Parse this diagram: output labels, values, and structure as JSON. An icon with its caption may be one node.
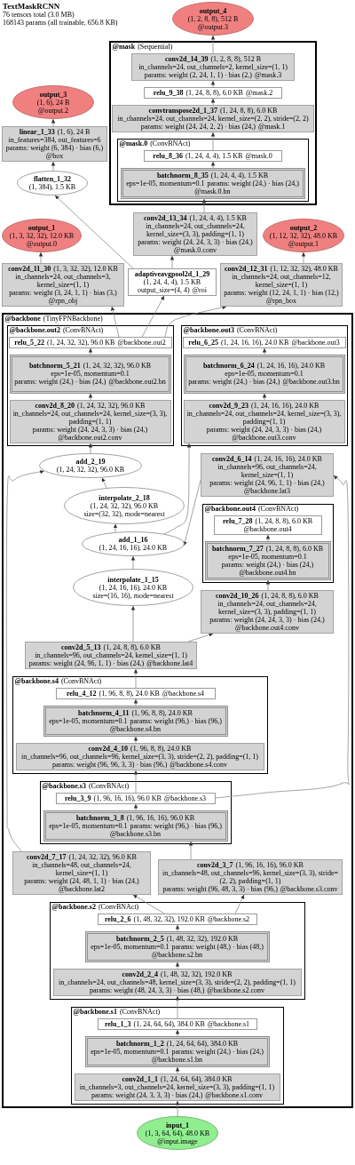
{
  "diagram": {
    "title": "TextMaskRCNN",
    "labels": [
      "76 tensors total (3.0 MB)",
      "168143 params (all trainable, 656.8 KB)"
    ],
    "nodes": [
      {
        "text": [
          "output_4",
          "(1, 2, 8, 8), 512 B",
          "@output.3"
        ]
      },
      {
        "text": [
          "@mask",
          "(Sequential)"
        ]
      },
      {
        "in": 1,
        "text": [
          "conv2d_14_39",
          "(1, 2, 8, 8), 512 B",
          "in_channels=24, out_channels=2, kernel_size=(1, 1)",
          "params: weight (2, 24, 1, 1) · bias (2,)",
          "@mask.3"
        ]
      },
      {
        "in": 1,
        "text": [
          "relu_9_38",
          "(1, 24, 8, 8), 6.0 KB",
          "@mask.2"
        ]
      },
      {
        "in": 1,
        "text": [
          "convtranspose2d_1_37",
          "(1, 24, 8, 8), 6.0 KB",
          "in_channels=24, out_channels=24, kernel_size=(2, 2), stride=(2, 2)",
          "params: weight (24, 24, 2, 2) · bias (24,)",
          "@mask.1"
        ]
      },
      {
        "in": 1,
        "text": [
          "@mask.0",
          "(ConvBNAct)"
        ]
      },
      {
        "in": 5,
        "text": [
          "relu_8_36",
          "(1, 24, 4, 4), 1.5 KB",
          "@mask.0"
        ]
      },
      {
        "in": 5,
        "text": [
          "batchnorm_8_35",
          "(1, 24, 4, 4), 1.5 KB",
          "eps=1e-05, momentum=0.1",
          "params: weight (24,) · bias (24,)",
          "@mask.0.bn"
        ]
      },
      {
        "text": [
          "output_3",
          "(1, 6), 24 B",
          "@output.2"
        ]
      },
      {
        "text": [
          "linear_1_33",
          "(1, 6), 24 B",
          "in_features=384, out_features=6",
          "params: weight (6, 384) · bias (6,)",
          "@box"
        ]
      },
      {
        "text": [
          "conv2d_13_34",
          "(1, 24, 4, 4), 1.5 KB",
          "in_channels=24, out_channels=24, kernel_size=(3, 3), padding=(1, 1)",
          "params: weight (24, 24, 3, 3) · bias (24,)",
          "@mask.0.conv"
        ]
      },
      {
        "text": [
          "flatten_1_32",
          "(1, 384), 1.5 KB"
        ]
      },
      {
        "text": [
          "output_1",
          "(1, 3, 32, 32), 12.0 KB",
          "@output.0"
        ]
      },
      {
        "text": [
          "output_2",
          "(1, 12, 32, 32), 48.0 KB",
          "@output.1"
        ]
      },
      {
        "text": [
          "adaptiveavgpool2d_1_29",
          "(1, 24, 4, 4), 1.5 KB",
          "output_size=(4, 4)",
          "@roi"
        ]
      },
      {
        "text": [
          "conv2d_11_30",
          "(1, 3, 32, 32), 12.0 KB",
          "in_channels=24, out_channels=3, kernel_size=(1, 1)",
          "params: weight (3, 24, 1, 1) · bias (3,)",
          "@rpn_obj"
        ]
      },
      {
        "text": [
          "conv2d_12_31",
          "(1, 12, 32, 32), 48.0 KB",
          "in_channels=24, out_channels=12, kernel_size=(1, 1)",
          "params: weight (12, 24, 1, 1) · bias (12,)",
          "@rpn_box"
        ]
      },
      {
        "text": [
          "@backbone",
          "(TinyFPNBackbone)"
        ]
      },
      {
        "in": 17,
        "text": [
          "@backbone.out2",
          "(ConvBNAct)"
        ]
      },
      {
        "in": 18,
        "text": [
          "relu_5_22",
          "(1, 24, 32, 32), 96.0 KB",
          "@backbone.out2"
        ]
      },
      {
        "in": 18,
        "text": [
          "batchnorm_5_21",
          "(1, 24, 32, 32), 96.0 KB",
          "eps=1e-05, momentum=0.1",
          "params: weight (24,) · bias (24,)",
          "@backbone.out2.bn"
        ]
      },
      {
        "in": 18,
        "text": [
          "conv2d_8_20",
          "(1, 24, 32, 32), 96.0 KB",
          "in_channels=24, out_channels=24, kernel_size=(3, 3), padding=(1, 1)",
          "params: weight (24, 24, 3, 3) · bias (24,)",
          "@backbone.out2.conv"
        ]
      },
      {
        "in": 17,
        "text": [
          "@backbone.out3",
          "(ConvBNAct)"
        ]
      },
      {
        "in": 22,
        "text": [
          "relu_6_25",
          "(1, 24, 16, 16), 24.0 KB",
          "@backbone.out3"
        ]
      },
      {
        "in": 22,
        "text": [
          "batchnorm_6_24",
          "(1, 24, 16, 16), 24.0 KB",
          "eps=1e-05, momentum=0.1",
          "params: weight (24,) · bias (24,)",
          "@backbone.out3.bn"
        ]
      },
      {
        "in": 22,
        "text": [
          "conv2d_9_23",
          "(1, 24, 16, 16), 24.0 KB",
          "in_channels=24, out_channels=24, kernel_size=(3, 3), padding=(1, 1)",
          "params: weight (24, 24, 3, 3) · bias (24,)",
          "@backbone.out3.conv"
        ]
      },
      {
        "in": 17,
        "text": [
          "add_2_19",
          "(1, 24, 32, 32), 96.0 KB"
        ]
      },
      {
        "in": 17,
        "text": [
          "interpolate_2_18",
          "(1, 24, 32, 32), 96.0 KB",
          "size=(32, 32), mode=nearest"
        ]
      },
      {
        "in": 17,
        "text": [
          "@backbone.out4",
          "(ConvBNAct)"
        ]
      },
      {
        "in": 28,
        "text": [
          "relu_7_28",
          "(1, 24, 8, 8), 6.0 KB",
          "@backbone.out4"
        ]
      },
      {
        "in": 28,
        "text": [
          "batchnorm_7_27",
          "(1, 24, 8, 8), 6.0 KB",
          "eps=1e-05, momentum=0.1",
          "params: weight (24,) · bias (24,)",
          "@backbone.out4.bn"
        ]
      },
      {
        "in": 17,
        "text": [
          "add_1_16",
          "(1, 24, 16, 16), 24.0 KB"
        ]
      },
      {
        "in": 17,
        "text": [
          "conv2d_6_14",
          "(1, 24, 16, 16), 24.0 KB",
          "in_channels=96, out_channels=24, kernel_size=(1, 1)",
          "params: weight (24, 96, 1, 1) · bias (24,)",
          "@backbone.lat3"
        ]
      },
      {
        "in": 17,
        "text": [
          "interpolate_1_15",
          "(1, 24, 16, 16), 24.0 KB",
          "size=(16, 16), mode=nearest"
        ]
      },
      {
        "in": 17,
        "text": [
          "conv2d_10_26",
          "(1, 24, 8, 8), 6.0 KB",
          "in_channels=24, out_channels=24, kernel_size=(3, 3), padding=(1, 1)",
          "params: weight (24, 24, 3, 3) · bias (24,)",
          "@backbone.out4.conv"
        ]
      },
      {
        "in": 17,
        "text": [
          "conv2d_5_13",
          "(1, 24, 8, 8), 6.0 KB",
          "in_channels=96, out_channels=24, kernel_size=(1, 1)",
          "params: weight (24, 96, 1, 1) · bias (24,)",
          "@backbone.lat4"
        ]
      },
      {
        "in": 17,
        "text": [
          "@backbone.s4",
          "(ConvBNAct)"
        ]
      },
      {
        "in": 36,
        "text": [
          "relu_4_12",
          "(1, 96, 8, 8), 24.0 KB",
          "@backbone.s4"
        ]
      },
      {
        "in": 36,
        "text": [
          "batchnorm_4_11",
          "(1, 96, 8, 8), 24.0 KB",
          "eps=1e-05, momentum=0.1",
          "params: weight (96,) · bias (96,)",
          "@backbone.s4.bn"
        ]
      },
      {
        "in": 36,
        "text": [
          "conv2d_4_10",
          "(1, 96, 8, 8), 24.0 KB",
          "in_channels=96, out_channels=96, kernel_size=(3, 3), stride=(2, 2), padding=(1, 1)",
          "params: weight (96, 96, 3, 3) · bias (96,)",
          "@backbone.s4.conv"
        ]
      },
      {
        "in": 17,
        "text": [
          "@backbone.s3",
          "(ConvBNAct)"
        ]
      },
      {
        "in": 40,
        "text": [
          "relu_3_9",
          "(1, 96, 16, 16), 96.0 KB",
          "@backbone.s3"
        ]
      },
      {
        "in": 40,
        "text": [
          "batchnorm_3_8",
          "(1, 96, 16, 16), 96.0 KB",
          "eps=1e-05, momentum=0.1",
          "params: weight (96,) · bias (96,)",
          "@backbone.s3.bn"
        ]
      },
      {
        "in": 17,
        "text": [
          "conv2d_3_7",
          "(1, 96, 16, 16), 96.0 KB",
          "in_channels=48, out_channels=96, kernel_size=(3, 3), stride=(2, 2), padding=(1, 1)",
          "params: weight (96, 48, 3, 3) · bias (96,)",
          "@backbone.s3.conv"
        ]
      },
      {
        "in": 17,
        "text": [
          "conv2d_7_17",
          "(1, 24, 32, 32), 96.0 KB",
          "in_channels=48, out_channels=24, kernel_size=(1, 1)",
          "params: weight (24, 48, 1, 1) · bias (24,)",
          "@backbone.lat2"
        ]
      },
      {
        "in": 17,
        "text": [
          "@backbone.s2",
          "(ConvBNAct)"
        ]
      },
      {
        "in": 45,
        "text": [
          "relu_2_6",
          "(1, 48, 32, 32), 192.0 KB",
          "@backbone.s2"
        ]
      },
      {
        "in": 45,
        "text": [
          "batchnorm_2_5",
          "(1, 48, 32, 32), 192.0 KB",
          "eps=1e-05, momentum=0.1",
          "params: weight (48,) · bias (48,)",
          "@backbone.s2.bn"
        ]
      },
      {
        "in": 45,
        "text": [
          "conv2d_2_4",
          "(1, 48, 32, 32), 192.0 KB",
          "in_channels=24, out_channels=48, kernel_size=(3, 3), stride=(2, 2), padding=(1, 1)",
          "params: weight (48, 24, 3, 3) · bias (48,)",
          "@backbone.s2.conv"
        ]
      },
      {
        "in": 17,
        "text": [
          "@backbone.s1",
          "(ConvBNAct)"
        ]
      },
      {
        "in": 49,
        "text": [
          "relu_1_3",
          "(1, 24, 64, 64), 384.0 KB",
          "@backbone.s1"
        ]
      },
      {
        "in": 49,
        "text": [
          "batchnorm_1_2",
          "(1, 24, 64, 64), 384.0 KB",
          "eps=1e-05, momentum=0.1",
          "params: weight (24,) · bias (24,)",
          "@backbone.s1.bn"
        ]
      },
      {
        "in": 49,
        "text": [
          "conv2d_1_1",
          "(1, 24, 64, 64), 384.0 KB",
          "in_channels=3, out_channels=24, kernel_size=(3, 3), padding=(1, 1)",
          "params: weight (24, 3, 3, 3) · bias (24,)",
          "@backbone.s1.conv"
        ]
      },
      {
        "text": [
          "input_1",
          "(1, 3, 64, 64), 48.0 KB",
          "@input.image"
        ]
      }
    ],
    "edges": [
      {
        "from": 53,
        "to": 52,
        "arrow": "to"
      },
      {
        "from": 52,
        "to": 51,
        "arrow": "to"
      },
      {
        "from": 51,
        "to": 50,
        "arrow": "to"
      },
      {
        "from": 50,
        "to": 48,
        "arrow": "to"
      },
      {
        "from": 48,
        "to": 47,
        "arrow": "to"
      },
      {
        "from": 47,
        "to": 46,
        "arrow": "to"
      },
      {
        "from": 46,
        "to": 43,
        "arrow": "to"
      },
      {
        "from": 46,
        "to": 44,
        "arrow": "to"
      },
      {
        "from": 43,
        "to": 42,
        "arrow": "to"
      },
      {
        "from": 42,
        "to": 41,
        "arrow": "to"
      },
      {
        "from": 41,
        "to": 39,
        "arrow": "to"
      },
      {
        "from": 41,
        "to": 32,
        "arrow": "to"
      },
      {
        "from": 39,
        "to": 38,
        "arrow": "to"
      },
      {
        "from": 38,
        "to": 37,
        "arrow": "to"
      },
      {
        "from": 37,
        "to": 35,
        "arrow": "to"
      },
      {
        "from": 35,
        "to": 33,
        "arrow": "to"
      },
      {
        "from": 35,
        "to": 34,
        "arrow": "to"
      },
      {
        "from": 34,
        "to": 30,
        "arrow": "to"
      },
      {
        "from": 30,
        "to": 29,
        "arrow": "to"
      },
      {
        "from": 33,
        "to": 31,
        "arrow": "to"
      },
      {
        "from": 32,
        "to": 31,
        "arrow": "to"
      },
      {
        "from": 31,
        "to": 25,
        "arrow": "to"
      },
      {
        "from": 31,
        "to": 27,
        "arrow": "to"
      },
      {
        "from": 27,
        "to": 26,
        "arrow": "to"
      },
      {
        "from": 44,
        "to": 26,
        "arrow": "to"
      },
      {
        "from": 25,
        "to": 24,
        "arrow": "to"
      },
      {
        "from": 24,
        "to": 23,
        "arrow": "to"
      },
      {
        "from": 26,
        "to": 21,
        "arrow": "to"
      },
      {
        "from": 21,
        "to": 20,
        "arrow": "to"
      },
      {
        "from": 20,
        "to": 19,
        "arrow": "to"
      },
      {
        "from": 19,
        "to": 14,
        "arrow": "to"
      },
      {
        "from": 19,
        "to": 15,
        "arrow": "to"
      },
      {
        "from": 19,
        "to": 16,
        "arrow": "to"
      },
      {
        "from": 15,
        "to": 12,
        "arrow": "to"
      },
      {
        "from": 16,
        "to": 13,
        "arrow": "to"
      },
      {
        "from": 14,
        "to": 11,
        "arrow": "to"
      },
      {
        "from": 14,
        "to": 10,
        "arrow": "to"
      },
      {
        "from": 11,
        "to": 9,
        "arrow": "to"
      },
      {
        "from": 9,
        "to": 8,
        "arrow": "to"
      },
      {
        "from": 10,
        "to": 7,
        "arrow": "to"
      },
      {
        "from": 7,
        "to": 6,
        "arrow": "to"
      },
      {
        "from": 6,
        "to": 4,
        "arrow": "to"
      },
      {
        "from": 4,
        "to": 3,
        "arrow": "to"
      },
      {
        "from": 3,
        "to": 2,
        "arrow": "to"
      },
      {
        "from": 2,
        "to": 0,
        "arrow": "to"
      }
    ]
  }
}
